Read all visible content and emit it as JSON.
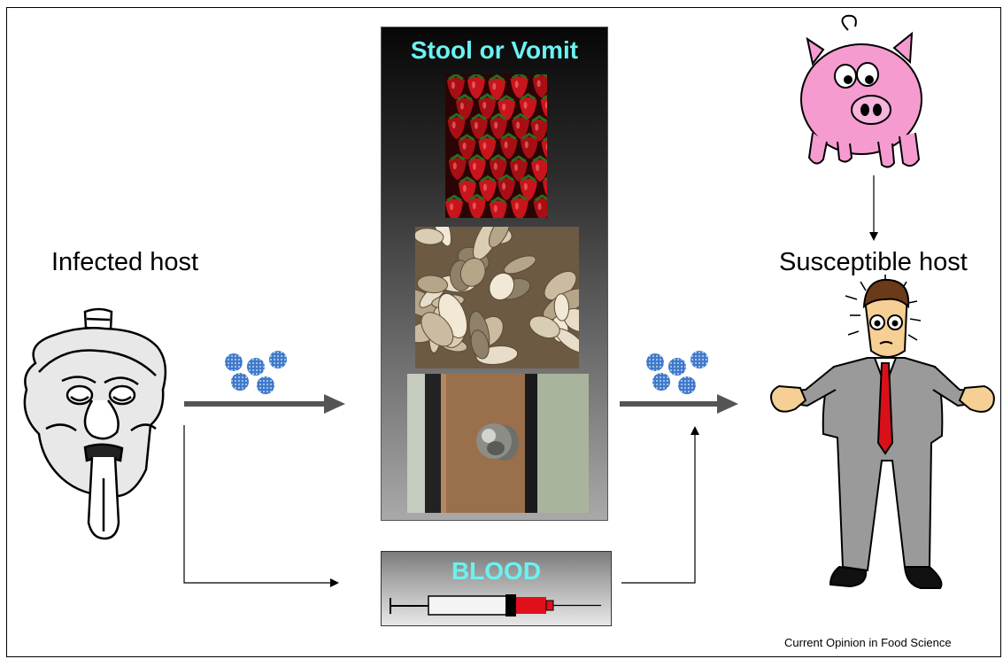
{
  "labels": {
    "infected_host": "Infected host",
    "susceptible_host": "Susceptible host",
    "credit": "Current Opinion in Food Science"
  },
  "panels": {
    "vehicles_title": "Stool or Vomit",
    "blood_title": "BLOOD"
  },
  "colors": {
    "panel_title": "#6af2f2",
    "virus": "#3f78c8",
    "pig": "#f59bd0",
    "syringe_red": "#e0101a",
    "suit": "#9a9a9a",
    "tie": "#d8101a",
    "arrow": "#555555"
  },
  "icons": {
    "infected": "sick-man-illustration",
    "susceptible": "shrugging-businessman-illustration",
    "pig": "pig-illustration",
    "virus": "virus-particle-icon",
    "syringe": "syringe-icon",
    "food": "strawberries-photo",
    "shellfish": "clams-photo",
    "surface": "doorknob-photo"
  }
}
